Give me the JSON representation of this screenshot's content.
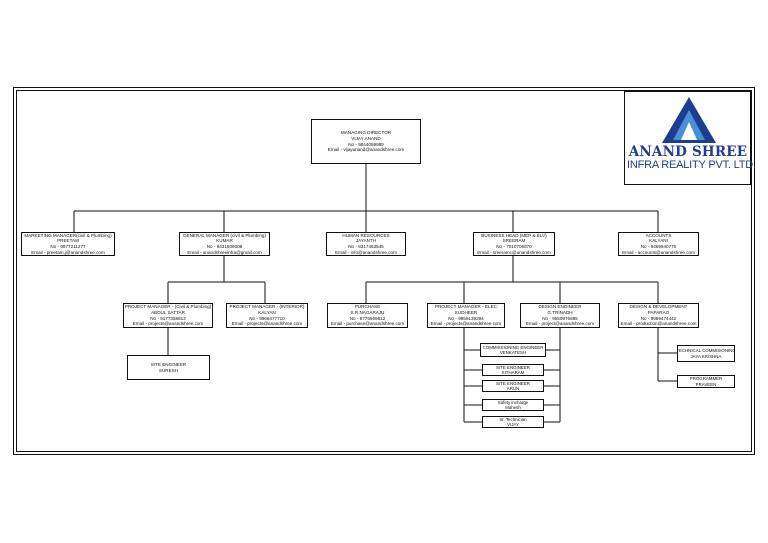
{
  "logo": {
    "brand": "ANAND SHREE",
    "subtitle": "INFRA REALITY PVT. LTD.",
    "color": "#1e3d8f",
    "triangle_colors": [
      "#1e3d8f",
      "#4a90d9"
    ]
  },
  "nodes": {
    "md": [
      "MANAGING DIRECTOR",
      "VIJAY ANAND",
      "No - 9844059989",
      "Email - vijayanand@anandshree.com"
    ],
    "marketing": [
      "MARKETING MANAGER(civil & Plumbing)",
      "PREETAM",
      "No - 9977211277",
      "Email - preetam.j@anandshree.com"
    ],
    "gm": [
      "GENERAL MANAGER (civil & Plumbing)",
      "KUMAR",
      "No - 9431609008",
      "Email - anandshreeinfra@gmail.com"
    ],
    "hr": [
      "HUMAN RESOURCES",
      "JAYANTH",
      "No - 8317463545",
      "Email - info@anandshree.com"
    ],
    "bh": [
      "BUSINESS HEAD (MEP & ELV)",
      "SREERAM",
      "No - 7010706670",
      "Email - sreeramc@anandshree.com"
    ],
    "accounts": [
      "ACCOUNTS",
      "KALYANI",
      "No - 9469940770",
      "Email - accounts@anandshree.com"
    ],
    "pm_civil": [
      "PROJECT MANAGER - (Civil & Plumbing)",
      "ABDUL SATTAR",
      "No - 9177358813",
      "Email - projects@anandshree.com"
    ],
    "pm_interior": [
      "PROJECT MANAGER - (INTERIOR)",
      "KALYAN",
      "No - 9968477710",
      "Email - projects@anandshree.com"
    ],
    "site_eng": [
      "SITE ENGINEER",
      "SURESH"
    ],
    "purchase": [
      "PURCHASE",
      "S.R.NAGARAJU",
      "No - 8776969812",
      "Email - purchase@anandshree.com"
    ],
    "pm_elec": [
      "PROJECT MANAGER - ELEC",
      "SUDHEER",
      "No - 9959139294",
      "Email - projects@anandshree.com"
    ],
    "design_eng": [
      "DESIGN ENGINEER",
      "G.TRINADH",
      "No - 9550976685",
      "Email - project@anandshree.com"
    ],
    "design_dev": [
      "DESIGN & DEVELOPMENT",
      "PAPARAO",
      "No - 9989474442",
      "Email - production@anandshree.com"
    ],
    "commissioning": [
      "COMMISSIONING ENGINEER",
      "VENKATESH"
    ],
    "site_eng_sitharam": [
      "SITE ENGINEER",
      "SITHARAM"
    ],
    "site_eng_arun": [
      "SITE ENGINEER",
      "ARUN"
    ],
    "safety": [
      "Safety incharge",
      "Mahesh"
    ],
    "sr_tech": [
      "Sr. Technician",
      "VIJAY"
    ],
    "tech_comm": [
      "TECHNICAL COMMISIONING",
      "JAYA KRISHNA"
    ],
    "programmer": [
      "PROGRAMMER",
      "PRAVEEN"
    ]
  }
}
